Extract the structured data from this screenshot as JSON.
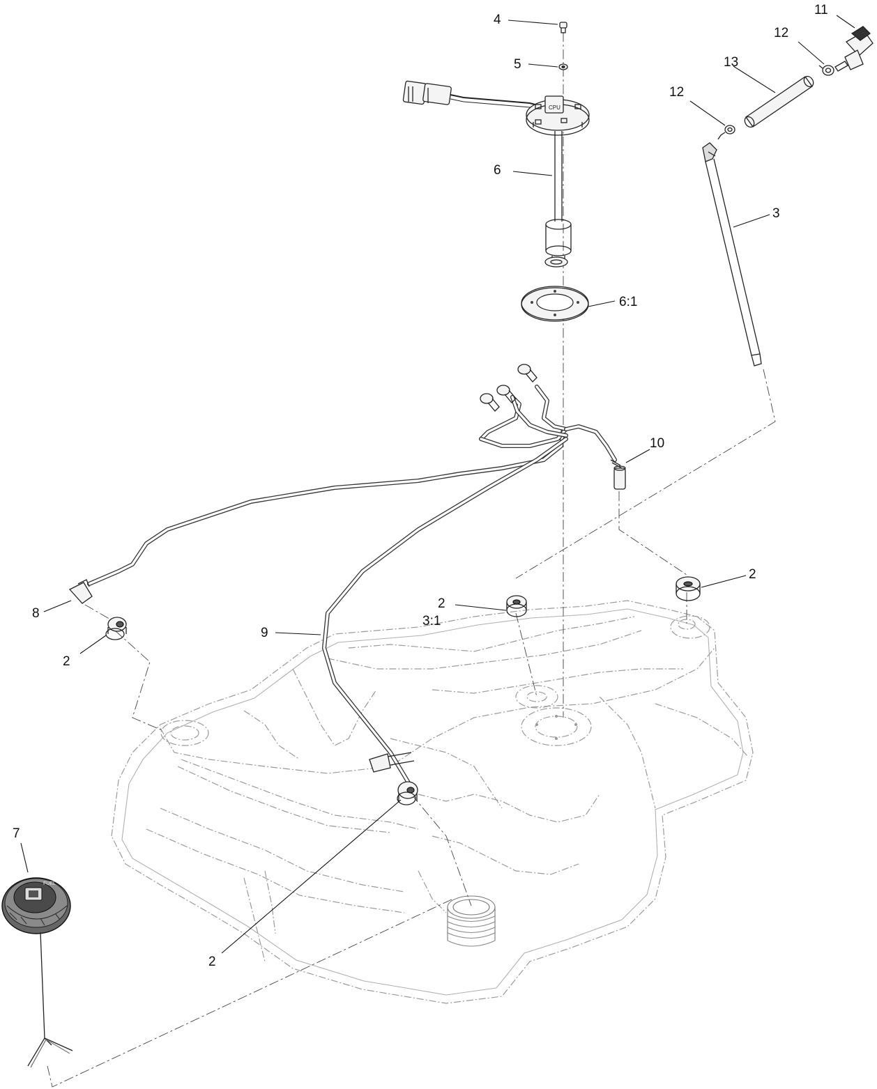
{
  "callouts": [
    {
      "id": "c11",
      "label": "11"
    },
    {
      "id": "c12a",
      "label": "12"
    },
    {
      "id": "c13",
      "label": "13"
    },
    {
      "id": "c12b",
      "label": "12"
    },
    {
      "id": "c4",
      "label": "4"
    },
    {
      "id": "c5",
      "label": "5"
    },
    {
      "id": "c6",
      "label": "6"
    },
    {
      "id": "c3",
      "label": "3"
    },
    {
      "id": "c6_1",
      "label": "6:1"
    },
    {
      "id": "c10",
      "label": "10"
    },
    {
      "id": "c2a",
      "label": "2"
    },
    {
      "id": "c2b",
      "label": "2"
    },
    {
      "id": "c3_1",
      "label": "3:1"
    },
    {
      "id": "c8",
      "label": "8"
    },
    {
      "id": "c9",
      "label": "9"
    },
    {
      "id": "c2c",
      "label": "2"
    },
    {
      "id": "c7",
      "label": "7"
    },
    {
      "id": "c2d",
      "label": "2"
    }
  ],
  "cap_label": "FUEL"
}
